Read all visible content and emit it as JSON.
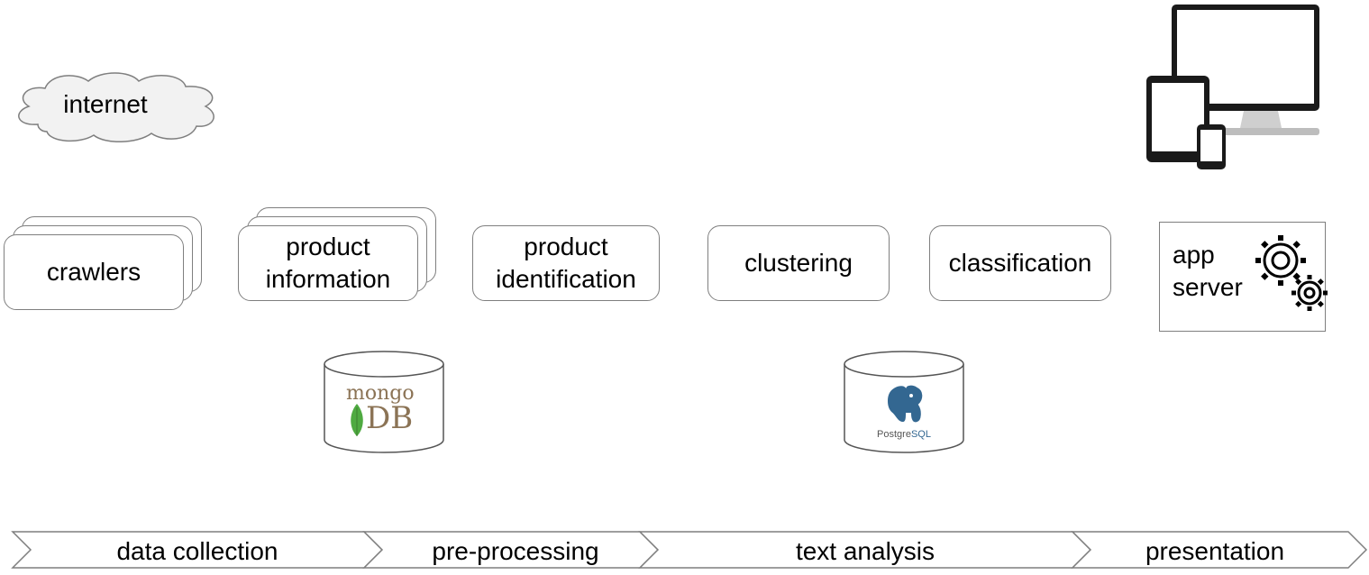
{
  "source": {
    "label": "internet",
    "icon": "cloud-icon"
  },
  "components": {
    "crawlers": "crawlers",
    "product_information": "product\ninformation",
    "product_identification": "product\nidentification",
    "clustering": "clustering",
    "classification": "classification",
    "app_server": "app\nserver"
  },
  "databases": {
    "mongodb": {
      "word": "mongo",
      "db": "DB",
      "icon": "mongodb-logo-icon",
      "brand_color": "#8b7355",
      "leaf_color": "#4faa41"
    },
    "postgresql": {
      "prefix": "Postgre",
      "suffix": "SQL",
      "icon": "postgresql-elephant-icon",
      "brand_color": "#336791"
    }
  },
  "devices_icon": "devices-icon",
  "gears_icon": "gears-icon",
  "stages": [
    {
      "label": "data collection"
    },
    {
      "label": "pre-processing"
    },
    {
      "label": "text analysis"
    },
    {
      "label": "presentation"
    }
  ]
}
